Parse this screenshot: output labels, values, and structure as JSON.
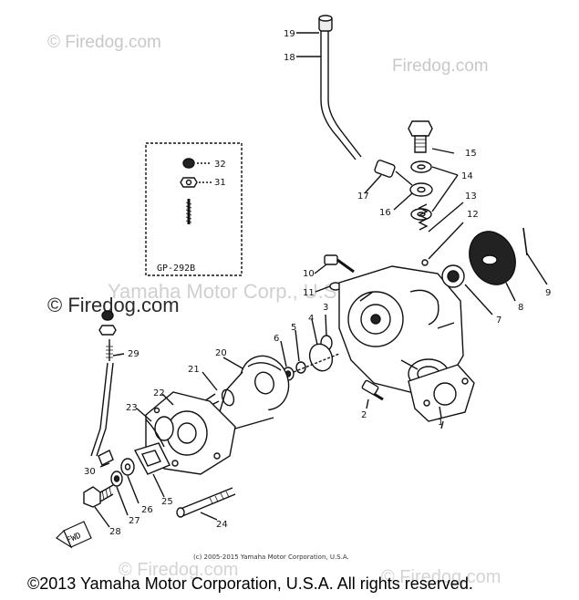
{
  "watermarks": {
    "firedog_1": "© Firedog.com",
    "firedog_2": "Firedog.com",
    "firedog_3": "© Firedog.com",
    "yamaha": "Yamaha Motor Corp., U.S.A.",
    "firedog_4": "© Firedog.com",
    "firedog_5": "© Firedog.com"
  },
  "inset_box": {
    "label": "GP-292B"
  },
  "callouts": [
    "1",
    "2",
    "3",
    "4",
    "5",
    "6",
    "7",
    "8",
    "9",
    "10",
    "11",
    "12",
    "13",
    "14",
    "15",
    "16",
    "17",
    "18",
    "19",
    "20",
    "21",
    "22",
    "23",
    "24",
    "25",
    "26",
    "27",
    "28",
    "29",
    "30",
    "31",
    "32"
  ],
  "fwd_badge": "FWD",
  "inner_copyright": "(c) 2005-2015 Yamaha Motor Corporation, U.S.A.",
  "footer": "©2013 Yamaha Motor Corporation, U.S.A. All rights reserved."
}
